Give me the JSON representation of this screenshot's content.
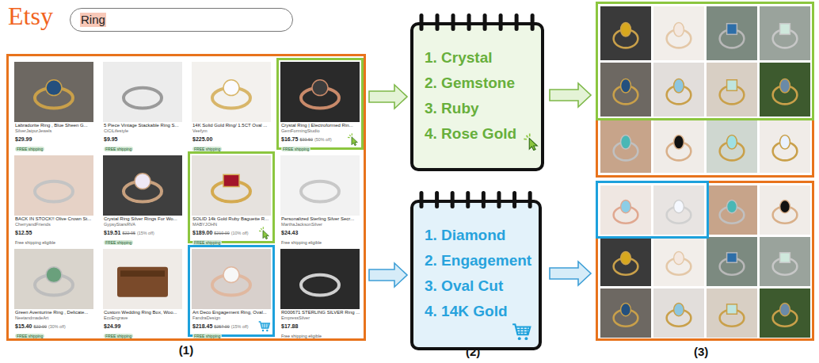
{
  "diagram": {
    "nodes": [
      {
        "text": [
          "Ring"
        ]
      },
      {
        "text": [
          "(1)"
        ]
      },
      {
        "text": [
          "Labradorite Ring , Blue Sheen G...",
          "SilverJaipurJewels",
          "$29.99",
          "FREE shipping"
        ],
        "in": 1
      },
      {
        "text": [
          "5 Piece Vintage Stackable Ring S...",
          "CiCiLifestyle",
          "$9.95",
          "FREE shipping"
        ],
        "in": 1
      },
      {
        "text": [
          "14K Solid Gold Ring/ 1.5CT Oval ...",
          "Veefym",
          "$225.00",
          "FREE shipping"
        ],
        "in": 1
      },
      {
        "text": [
          "Crystal Ring | Electroformed Rin...",
          "GemFormingStudio",
          "$16.75",
          "$33.50",
          "(50% off)",
          "FREE shipping"
        ],
        "in": 1
      },
      {
        "text": [
          "BACK IN STOCK!! Olive Crown St...",
          "CherryandFriends",
          "$12.55",
          "Free shipping eligible"
        ],
        "in": 1
      },
      {
        "text": [
          "Crystal Ring Silver Rings For Wo...",
          "GypsyStarsRVA",
          "$19.51",
          "$22.95",
          "(15% off)",
          "FREE shipping"
        ],
        "in": 1
      },
      {
        "text": [
          "SOLID 14k Gold Ruby Baguette R...",
          "MABYJOHN",
          "$189.00",
          "$210.00",
          "(10% off)",
          "FREE shipping"
        ],
        "in": 1
      },
      {
        "text": [
          "Personalized Sterling Silver Secr...",
          "MarthaJacksonSilver",
          "$24.43",
          "Free shipping eligible"
        ],
        "in": 1
      },
      {
        "text": [
          "Green Aventurine Ring , Delicate...",
          "NeetandmadeArt",
          "$15.40",
          "$22.00",
          "(30% off)",
          "FREE shipping"
        ],
        "in": 1
      },
      {
        "text": [
          "Custom Wedding Ring Box, Woo...",
          "EcoEngrave",
          "$24.99",
          "FREE shipping"
        ],
        "in": 1
      },
      {
        "text": [
          "Art Deco Engagement Ring, Oval...",
          "FandraDesign",
          "$218.45",
          "$257.00",
          "(15% off)",
          "FREE shipping"
        ],
        "in": 1
      },
      {
        "text": [
          "R000671 STERLING SILVER Ring ...",
          "EmpressSilver",
          "$17.88",
          "Free shipping eligible"
        ],
        "in": 1
      },
      {
        "text": [
          "1. Crystal",
          "2. Gemstone",
          "3. Ruby",
          "4. Rose Gold"
        ]
      },
      {
        "text": [
          "1. Diamond",
          "2. Engagement",
          "3. Oval Cut",
          "4. 14K Gold"
        ]
      }
    ],
    "edges": [
      {
        "from": 1,
        "to": 14,
        "arrow": "to"
      },
      {
        "from": 1,
        "to": 15,
        "arrow": "to"
      }
    ],
    "labels": [
      "Etsy",
      "(2)",
      "(3)"
    ]
  }
}
